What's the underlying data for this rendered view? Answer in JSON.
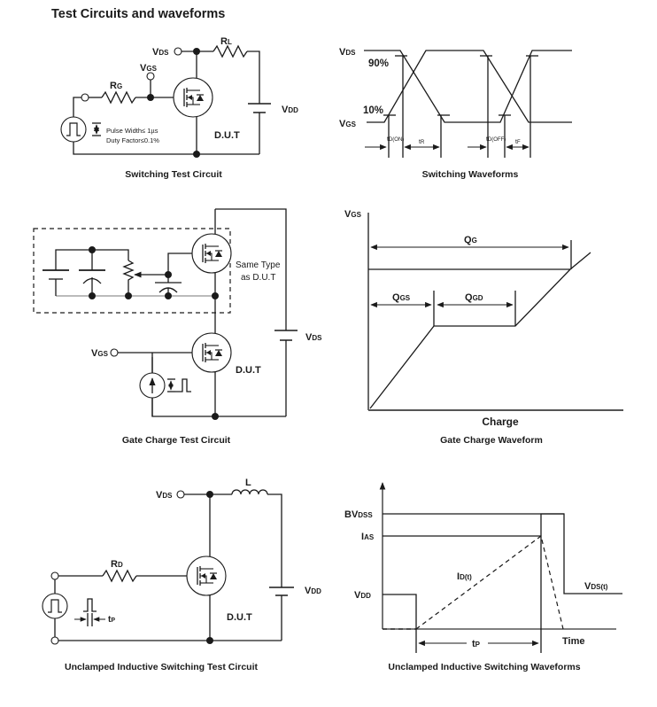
{
  "page": {
    "title": "Test Circuits and waveforms"
  },
  "switching_circuit": {
    "caption": "Switching Test Circuit",
    "labels": {
      "vds": "V",
      "vds_sub": "DS",
      "vgs": "V",
      "vgs_sub": "GS",
      "rg": "R",
      "rg_sub": "G",
      "rl": "R",
      "rl_sub": "L",
      "vdd": "V",
      "vdd_sub": "DD",
      "dut": "D.U.T",
      "pulse_width": "Pulse Width≤ 1µs",
      "duty_factor": "Duty Factor≤0.1%"
    }
  },
  "switching_waveforms": {
    "caption": "Switching Waveforms",
    "labels": {
      "vds": "V",
      "vds_sub": "DS",
      "vgs": "V",
      "vgs_sub": "GS",
      "p90": "90%",
      "p10": "10%",
      "td_on": "t",
      "td_on_sub": "D(ON)",
      "tr": "t",
      "tr_sub": "R",
      "td_off": "t",
      "td_off_sub": "D(OFF)",
      "tf": "t",
      "tf_sub": "F"
    }
  },
  "gate_charge_circuit": {
    "caption": "Gate Charge Test Circuit",
    "labels": {
      "same_type_1": "Same Type",
      "same_type_2": "as D.U.T",
      "vgs": "V",
      "vgs_sub": "GS",
      "vds": "V",
      "vds_sub": "DS",
      "dut": "D.U.T"
    }
  },
  "gate_charge_waveform": {
    "caption": "Gate Charge Waveform",
    "labels": {
      "y_axis": "V",
      "y_axis_sub": "GS",
      "x_axis": "Charge",
      "qg": "Q",
      "qg_sub": "G",
      "qgs": "Q",
      "qgs_sub": "GS",
      "qgd": "Q",
      "qgd_sub": "GD"
    }
  },
  "uis_circuit": {
    "caption": "Unclamped Inductive Switching Test Circuit",
    "labels": {
      "vds": "V",
      "vds_sub": "DS",
      "l": "L",
      "rd": "R",
      "rd_sub": "D",
      "vdd": "V",
      "vdd_sub": "DD",
      "dut": "D.U.T",
      "tp": "t",
      "tp_sub": "P"
    }
  },
  "uis_waveforms": {
    "caption": "Unclamped Inductive Switching Waveforms",
    "labels": {
      "bvdss": "BV",
      "bvdss_sub": "DSS",
      "ias": "I",
      "ias_sub": "AS",
      "vdd": "V",
      "vdd_sub": "DD",
      "id": "I",
      "id_sub": "D(t)",
      "vds": "V",
      "vds_sub": "DS(t)",
      "tp": "t",
      "tp_sub": "P",
      "time": "Time"
    }
  }
}
